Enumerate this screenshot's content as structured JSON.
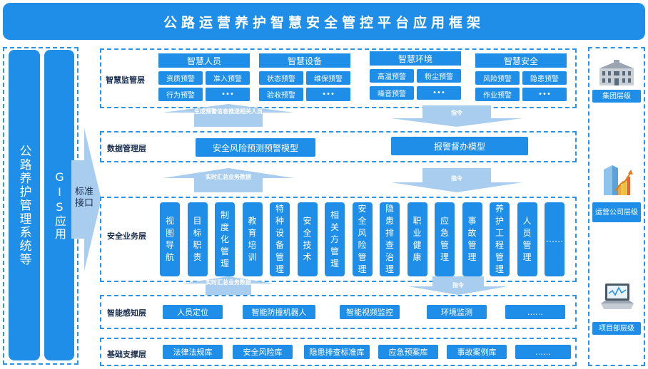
{
  "title": "公路运营养护智慧安全管控平台应用框架",
  "left": {
    "system": "公路养护管理系统等",
    "gis": "GIS应用",
    "interface": "标准接口"
  },
  "layers": {
    "monitor": {
      "label": "智慧监管层",
      "groups": [
        {
          "title": "智慧人员",
          "items": [
            "资质预警",
            "准入预警",
            "行为预警",
            "•••"
          ]
        },
        {
          "title": "智慧设备",
          "items": [
            "状态预警",
            "维保预警",
            "验收预警",
            "•••"
          ]
        },
        {
          "title": "智慧环境",
          "items": [
            "高温预警",
            "粉尘预警",
            "噪音预警",
            "•••"
          ]
        },
        {
          "title": "智慧安全",
          "items": [
            "风险预警",
            "隐患预警",
            "作业预警",
            "•••"
          ]
        }
      ]
    },
    "data": {
      "label": "数据管理层",
      "items": [
        "安全风险预测预警模型",
        "报警督办模型"
      ]
    },
    "business": {
      "label": "安全业务层",
      "items": [
        "视图导航",
        "目标职责",
        "制度化管理",
        "教育培训",
        "特种设备管理",
        "安全技术",
        "相关方管理",
        "安全风险管理",
        "隐患排查治理",
        "职业健康",
        "应急管理",
        "事故管理",
        "养护工程管理",
        "人员管理",
        "……"
      ]
    },
    "sensing": {
      "label": "智能感知层",
      "items": [
        "人员定位",
        "智能防撞机器人",
        "智能视频监控",
        "环境监测",
        "……"
      ]
    },
    "support": {
      "label": "基础支撑层",
      "items": [
        "法律法规库",
        "安全风险库",
        "隐患排查标准库",
        "应急预案库",
        "事故案例库",
        "……"
      ]
    }
  },
  "arrows": {
    "up1": "生成预警信息推送相关人员",
    "down1": "指令",
    "up2": "实时汇总业务数据",
    "down2": "指令",
    "up3": "实时汇总业务数据",
    "down3": "指令"
  },
  "right": {
    "group": "集团层级",
    "company": "运营公司层级",
    "project": "项目部层级"
  },
  "colors": {
    "primary": "#1f8ee8",
    "dash": "#2a93e6",
    "arrow": "#a9cdee"
  }
}
